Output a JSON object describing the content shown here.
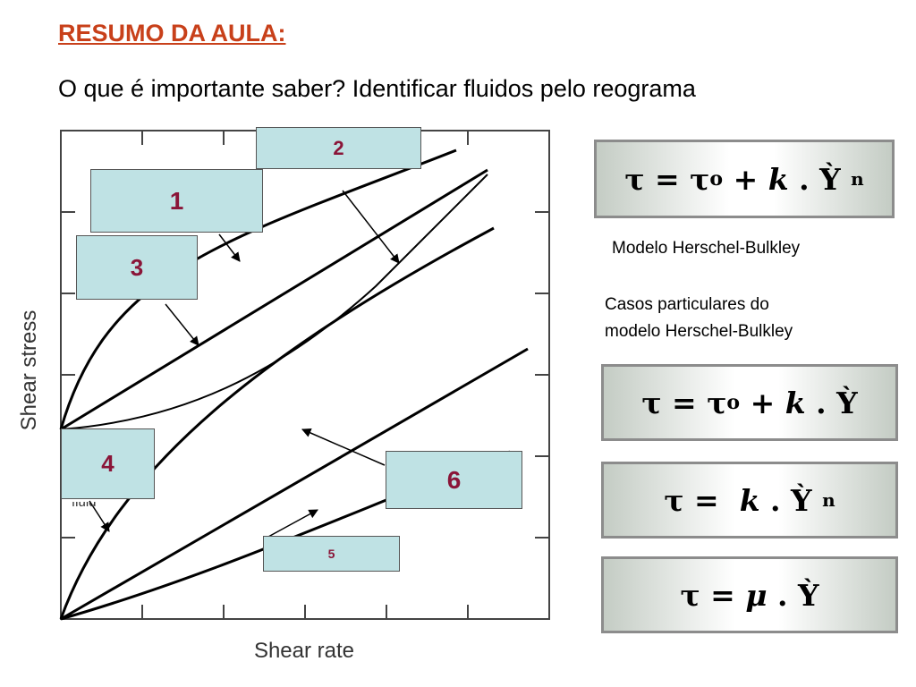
{
  "heading": "RESUMO DA AULA:",
  "subtitle": "O que é importante saber? Identificar fluidos pelo reograma",
  "chart": {
    "y_axis_label": "Shear stress",
    "x_axis_label": "Shear rate",
    "partial_legend_text": "fluid"
  },
  "curve_labels": [
    "1",
    "2",
    "3",
    "4",
    "5",
    "6"
  ],
  "formulas": {
    "herschel_bulkley": {
      "tau": "τ",
      "eq": " = ",
      "tau0": "τ",
      "sub0": "o",
      "plus": " + ",
      "k": "k",
      "dot": " . ",
      "gamma": "Ỳ",
      "n": "n"
    },
    "bingham": {
      "tau": "τ",
      "eq": " = ",
      "tau0": "τ",
      "sub0": "o",
      "plus": " + ",
      "k": "k",
      "dot": " . ",
      "gamma": "Ỳ"
    },
    "power_law": {
      "tau": "τ",
      "eq": " =  ",
      "k": "k",
      "dot": " . ",
      "gamma": "Ỳ",
      "n": "n"
    },
    "newtonian": {
      "tau": "τ",
      "eq": " = ",
      "mu": "μ",
      "dot": " . ",
      "gamma": "Ỳ"
    }
  },
  "notes": {
    "model_name": "Modelo Herschel-Bulkley",
    "particular_line1": "Casos particulares do",
    "particular_line2": "modelo Herschel-Bulkley"
  },
  "colors": {
    "heading": "#c8401a",
    "label_box_bg": "#bfe2e4",
    "label_text": "#8a1538"
  }
}
